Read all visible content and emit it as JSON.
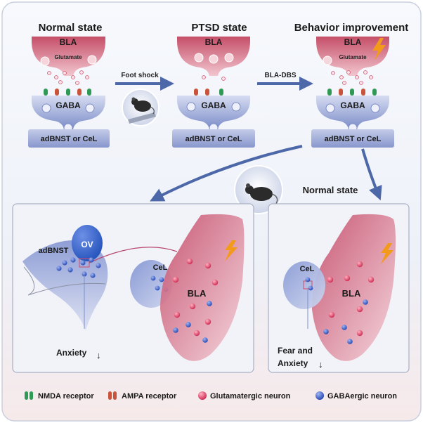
{
  "headings": {
    "normal": "Normal state",
    "ptsd": "PTSD state",
    "improvement": "Behavior improvement",
    "normal_state_2": "Normal state"
  },
  "synapse": {
    "bla": "BLA",
    "glutamate": "Glutamate",
    "gaba": "GABA",
    "target": "adBNST or CeL"
  },
  "arrows": {
    "foot_shock": "Foot shock",
    "bla_dbs": "BLA-DBS"
  },
  "left_panel": {
    "ov": "OV",
    "adbnst": "adBNST",
    "cel": "CeL",
    "bla": "BLA",
    "outcome": "Anxiety"
  },
  "right_panel": {
    "cel": "CeL",
    "bla": "BLA",
    "outcome_line1": "Fear and",
    "outcome_line2": "Anxiety"
  },
  "legend": {
    "nmda": "NMDA receptor",
    "ampa": "AMPA receptor",
    "glut_neuron": "Glutamatergic neuron",
    "gaba_neuron": "GABAergic neuron"
  },
  "colors": {
    "bla_pink": "#d6647a",
    "gaba_blue": "#8797cf",
    "nmda_green": "#2f9a55",
    "ampa_red": "#c9543a",
    "glut_neuron": "#e04a6a",
    "gaba_neuron": "#3e5fc4",
    "bolt_orange": "#f39a1a"
  }
}
